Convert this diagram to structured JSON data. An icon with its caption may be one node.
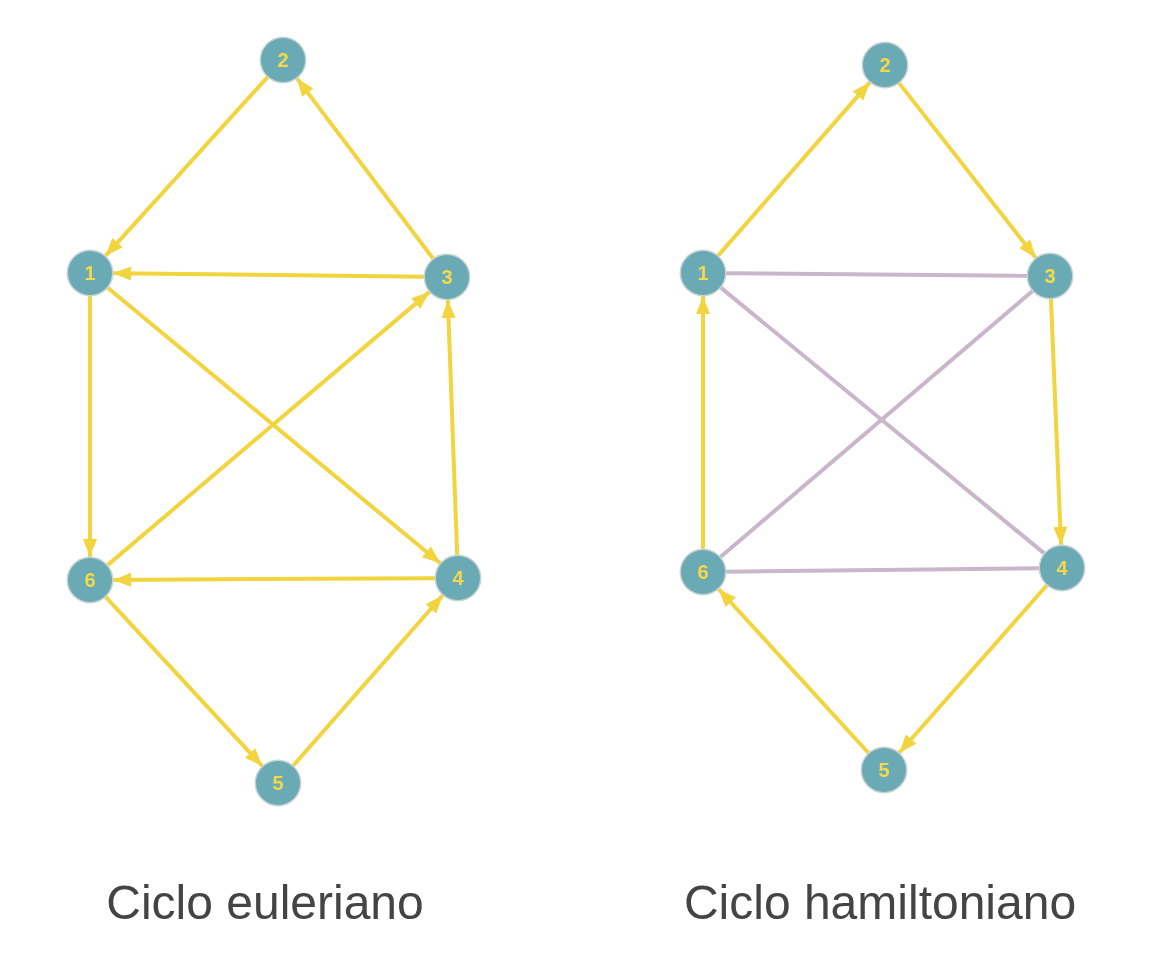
{
  "diagram": {
    "nodes": [
      {
        "text": [
          "2"
        ]
      },
      {
        "text": [
          "1"
        ]
      },
      {
        "text": [
          "3"
        ]
      },
      {
        "text": [
          "6"
        ]
      },
      {
        "text": [
          "4"
        ]
      },
      {
        "text": [
          "5"
        ]
      },
      {
        "text": [
          "2"
        ]
      },
      {
        "text": [
          "1"
        ]
      },
      {
        "text": [
          "3"
        ]
      },
      {
        "text": [
          "6"
        ]
      },
      {
        "text": [
          "4"
        ]
      },
      {
        "text": [
          "5"
        ]
      }
    ],
    "edges": [
      {
        "from": 0,
        "to": 1,
        "arrow": "to"
      },
      {
        "from": 2,
        "to": 0,
        "arrow": "to"
      },
      {
        "from": 2,
        "to": 1,
        "arrow": "to"
      },
      {
        "from": 1,
        "to": 3,
        "arrow": "to"
      },
      {
        "from": 1,
        "to": 4,
        "arrow": "to"
      },
      {
        "from": 3,
        "to": 2,
        "arrow": "to"
      },
      {
        "from": 4,
        "to": 2,
        "arrow": "to"
      },
      {
        "from": 4,
        "to": 3,
        "arrow": "to"
      },
      {
        "from": 3,
        "to": 5,
        "arrow": "to"
      },
      {
        "from": 5,
        "to": 4,
        "arrow": "to"
      },
      {
        "from": 7,
        "to": 6,
        "arrow": "to"
      },
      {
        "from": 6,
        "to": 8,
        "arrow": "to"
      },
      {
        "from": 8,
        "to": 10,
        "arrow": "to"
      },
      {
        "from": 10,
        "to": 11,
        "arrow": "to"
      },
      {
        "from": 11,
        "to": 9,
        "arrow": "to"
      },
      {
        "from": 9,
        "to": 7,
        "arrow": "to"
      },
      {
        "from": 7,
        "to": 8,
        "arrow": "none",
        "color": "#c9b6cb"
      },
      {
        "from": 7,
        "to": 10,
        "arrow": "none",
        "color": "#c9b6cb"
      },
      {
        "from": 9,
        "to": 8,
        "arrow": "none",
        "color": "#c9b6cb"
      },
      {
        "from": 9,
        "to": 10,
        "arrow": "none",
        "color": "#c9b6cb"
      }
    ],
    "labels": [
      "Ciclo euleriano",
      "Ciclo hamiltoniano"
    ]
  }
}
